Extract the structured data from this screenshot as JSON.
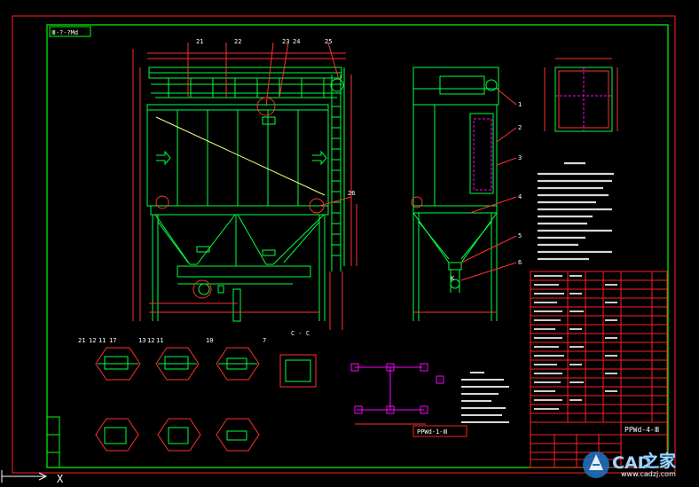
{
  "drawing": {
    "corner_label": "Ⅲ-?-?Md",
    "part_numbers_top": [
      "21",
      "22",
      "23",
      "24",
      "25"
    ],
    "part_number_26": "26",
    "side_part_numbers": [
      "1",
      "2",
      "3",
      "4",
      "5",
      "6"
    ],
    "side_marker_k": "K",
    "detail_labels": [
      "21",
      "12",
      "11",
      "17",
      "13",
      "12",
      "11",
      "10",
      "7"
    ],
    "section_label": "C - C",
    "drawing_title": "PPWd-1-Ⅲ",
    "sheet_code": "PPWd-4-Ⅲ"
  },
  "watermark": {
    "brand_ascii": "CAD",
    "brand_cn": "之家",
    "url": "www.cadzj.com"
  },
  "ucs": {
    "axis_label": "X"
  },
  "colors": {
    "background": "#000000",
    "frame": "#ff2020",
    "border": "#00ff00",
    "structure": "#00ff40",
    "text": "#ffffff",
    "dimension": "#ff3030",
    "accent": "#ff00ff",
    "hidden": "#ffff00"
  }
}
